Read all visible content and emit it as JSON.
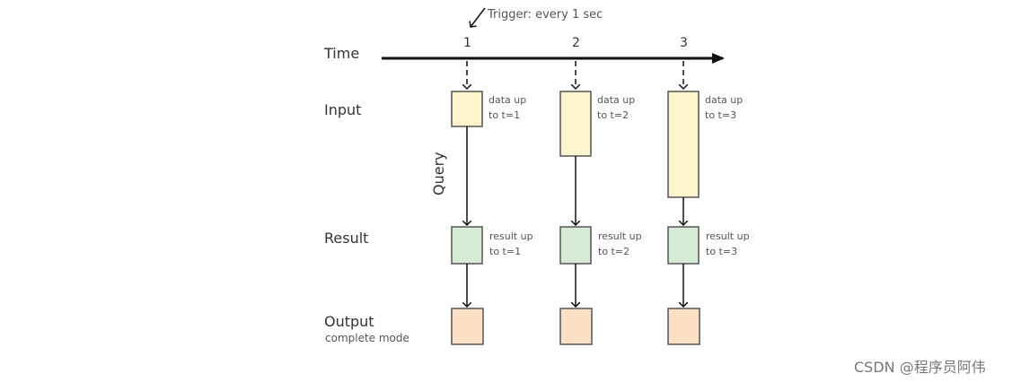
{
  "trigger_label": "Trigger: every 1 sec",
  "rows": {
    "time": "Time",
    "input": "Input",
    "result": "Result",
    "output": "Output",
    "output_sub": "complete mode"
  },
  "query_label": "Query",
  "ticks": [
    "1",
    "2",
    "3"
  ],
  "input_labels": [
    [
      "data up",
      "to t=1"
    ],
    [
      "data up",
      "to t=2"
    ],
    [
      "data up",
      "to t=3"
    ]
  ],
  "result_labels": [
    [
      "result up",
      "to t=1"
    ],
    [
      "result up",
      "to t=2"
    ],
    [
      "result up",
      "to t=3"
    ]
  ],
  "colors": {
    "input": "#fdf3cc",
    "result": "#d5ebd3",
    "output": "#fde0c6",
    "stroke": "#555555",
    "line": "#111111"
  },
  "watermark": "CSDN @程序员阿伟"
}
